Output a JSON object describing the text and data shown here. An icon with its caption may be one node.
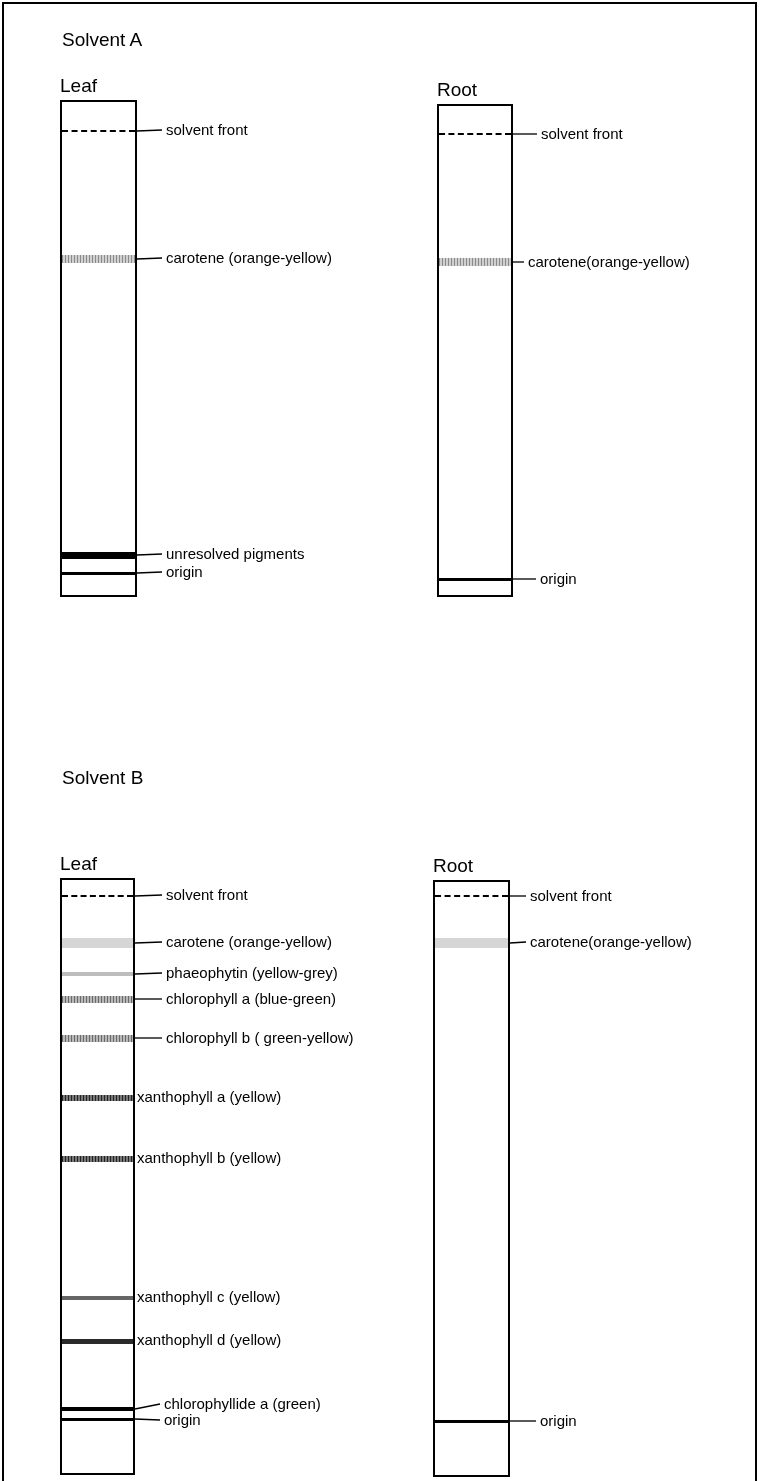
{
  "diagram": {
    "nodes": [
      {
        "text": [
          "Leaf"
        ]
      },
      {
        "text": [],
        "shape": "line",
        "in": 0
      },
      {
        "text": [],
        "shape": "bar",
        "in": 0
      },
      {
        "text": [],
        "shape": "bar",
        "in": 0
      },
      {
        "text": [],
        "shape": "line",
        "in": 0
      },
      {
        "text": [
          "solvent front"
        ]
      },
      {
        "text": [
          "carotene (orange-yellow)"
        ]
      },
      {
        "text": [
          "unresolved pigments"
        ]
      },
      {
        "text": [
          "origin"
        ]
      },
      {
        "text": [
          "Root"
        ]
      },
      {
        "text": [],
        "shape": "line",
        "in": 9
      },
      {
        "text": [],
        "shape": "bar",
        "in": 9
      },
      {
        "text": [],
        "shape": "line",
        "in": 9
      },
      {
        "text": [
          "solvent front"
        ]
      },
      {
        "text": [
          "carotene(orange-yellow)"
        ]
      },
      {
        "text": [
          "origin"
        ]
      },
      {
        "text": [
          "Leaf"
        ]
      },
      {
        "text": [],
        "shape": "line",
        "in": 16
      },
      {
        "text": [],
        "shape": "bar",
        "in": 16
      },
      {
        "text": [],
        "shape": "bar",
        "in": 16
      },
      {
        "text": [],
        "shape": "bar",
        "in": 16
      },
      {
        "text": [],
        "shape": "bar",
        "in": 16
      },
      {
        "text": [],
        "shape": "bar",
        "in": 16,
        "beside": [
          "xanthophyll a (yellow)"
        ]
      },
      {
        "text": [],
        "shape": "bar",
        "in": 16,
        "beside": [
          "xanthophyll b (yellow)"
        ]
      },
      {
        "text": [],
        "shape": "bar",
        "in": 16,
        "beside": [
          "xanthophyll c (yellow)"
        ]
      },
      {
        "text": [],
        "shape": "bar",
        "in": 16,
        "beside": [
          "xanthophyll d (yellow)"
        ]
      },
      {
        "text": [],
        "shape": "bar",
        "in": 16
      },
      {
        "text": [],
        "shape": "line",
        "in": 16
      },
      {
        "text": [
          "solvent front"
        ]
      },
      {
        "text": [
          "carotene (orange-yellow)"
        ]
      },
      {
        "text": [
          "phaeophytin (yellow-grey)"
        ]
      },
      {
        "text": [
          "chlorophyll a (blue-green)"
        ]
      },
      {
        "text": [
          "chlorophyll b ( green-yellow)"
        ]
      },
      {
        "text": [
          "chlorophyllide a (green)"
        ]
      },
      {
        "text": [
          "origin"
        ]
      },
      {
        "text": [
          "Root"
        ]
      },
      {
        "text": [],
        "shape": "line",
        "in": 35
      },
      {
        "text": [],
        "shape": "bar",
        "in": 35
      },
      {
        "text": [],
        "shape": "line",
        "in": 35
      },
      {
        "text": [
          "solvent front"
        ]
      },
      {
        "text": [
          "carotene(orange-yellow)"
        ]
      },
      {
        "text": [
          "origin"
        ]
      }
    ],
    "edges": [
      {
        "from": 5,
        "to": 1,
        "arrow": "none"
      },
      {
        "from": 6,
        "to": 2,
        "arrow": "none"
      },
      {
        "from": 7,
        "to": 3,
        "arrow": "none"
      },
      {
        "from": 8,
        "to": 4,
        "arrow": "none"
      },
      {
        "from": 13,
        "to": 10,
        "arrow": "none"
      },
      {
        "from": 14,
        "to": 11,
        "arrow": "none"
      },
      {
        "from": 15,
        "to": 12,
        "arrow": "none"
      },
      {
        "from": 28,
        "to": 17,
        "arrow": "none"
      },
      {
        "from": 29,
        "to": 18,
        "arrow": "none"
      },
      {
        "from": 30,
        "to": 19,
        "arrow": "none"
      },
      {
        "from": 31,
        "to": 20,
        "arrow": "none"
      },
      {
        "from": 32,
        "to": 21,
        "arrow": "none"
      },
      {
        "from": 33,
        "to": 26,
        "arrow": "none"
      },
      {
        "from": 34,
        "to": 27,
        "arrow": "none"
      },
      {
        "from": 39,
        "to": 36,
        "arrow": "none"
      },
      {
        "from": 40,
        "to": 37,
        "arrow": "none"
      },
      {
        "from": 41,
        "to": 38,
        "arrow": "none"
      }
    ],
    "labels": [
      "Solvent A",
      "Solvent B"
    ]
  }
}
